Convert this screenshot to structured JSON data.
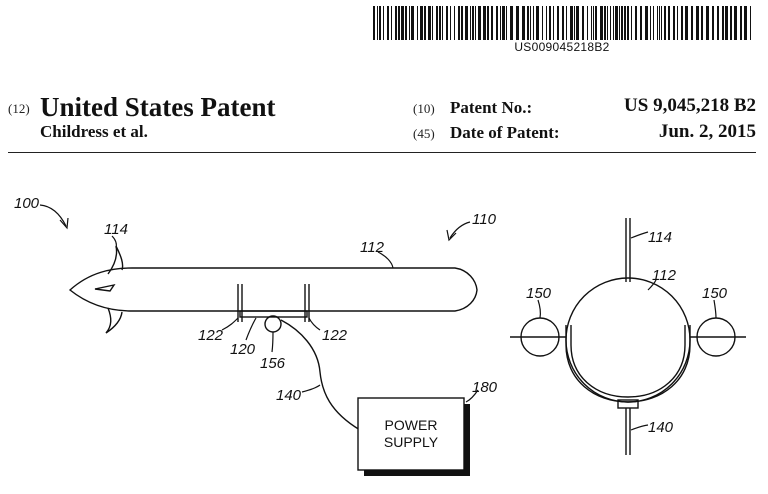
{
  "header": {
    "barcode_text": "US009045218B2",
    "code_12": "(12)",
    "title": "United States Patent",
    "inventors": "Childress et al.",
    "code_10": "(10)",
    "patent_no_label": "Patent No.:",
    "patent_no": "US 9,045,218 B2",
    "code_45": "(45)",
    "date_label": "Date of Patent:",
    "date": "Jun. 2, 2015"
  },
  "figure": {
    "refs": {
      "r100": "100",
      "r110": "110",
      "r112a": "112",
      "r112b": "112",
      "r114a": "114",
      "r114b": "114",
      "r120": "120",
      "r122a": "122",
      "r122b": "122",
      "r140a": "140",
      "r140b": "140",
      "r150a": "150",
      "r150b": "150",
      "r156": "156",
      "r180": "180"
    },
    "power_box": {
      "line1": "POWER",
      "line2": "SUPPLY"
    }
  }
}
